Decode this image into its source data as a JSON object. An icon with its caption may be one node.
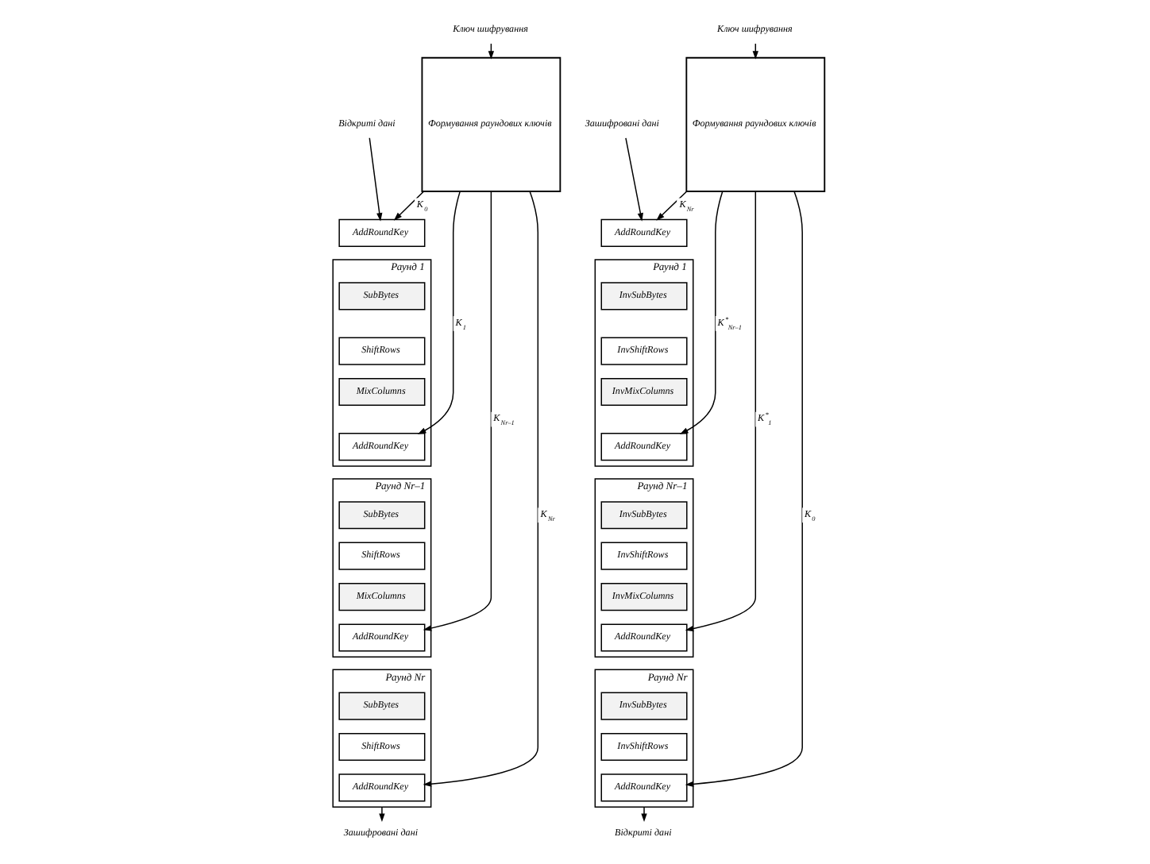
{
  "diagram": {
    "nodes": [
      {
        "text": [
          "Ключ шифрування"
        ]
      },
      {
        "text": [
          "Відкриті дані"
        ]
      },
      {
        "text": [
          "Формування раундових ключів"
        ]
      },
      {
        "text": [
          "AddRoundKey"
        ]
      },
      {
        "text": [
          "Раунд 1"
        ]
      },
      {
        "text": [
          "SubBytes"
        ],
        "in": 4
      },
      {
        "text": [
          "ShiftRows"
        ],
        "in": 4
      },
      {
        "text": [
          "MixColumns"
        ],
        "in": 4
      },
      {
        "text": [
          "AddRoundKey"
        ],
        "in": 4
      },
      {
        "text": [
          "Раунд Nr–1"
        ]
      },
      {
        "text": [
          "SubBytes"
        ],
        "in": 9
      },
      {
        "text": [
          "ShiftRows"
        ],
        "in": 9
      },
      {
        "text": [
          "MixColumns"
        ],
        "in": 9
      },
      {
        "text": [
          "AddRoundKey"
        ],
        "in": 9
      },
      {
        "text": [
          "Раунд Nr"
        ]
      },
      {
        "text": [
          "SubBytes"
        ],
        "in": 14
      },
      {
        "text": [
          "ShiftRows"
        ],
        "in": 14
      },
      {
        "text": [
          "AddRoundKey"
        ],
        "in": 14
      },
      {
        "text": [
          "Зашифровані дані"
        ]
      },
      {
        "text": [
          "Зашифровані дані"
        ]
      },
      {
        "text": [
          "Ключ шифрування"
        ]
      },
      {
        "text": [
          "AddRoundKey"
        ]
      },
      {
        "text": [
          "Раунд 1"
        ]
      },
      {
        "text": [
          "InvSubBytes"
        ],
        "in": 22
      },
      {
        "text": [
          "InvShiftRows"
        ],
        "in": 22
      },
      {
        "text": [
          "InvMixColumns"
        ],
        "in": 22
      },
      {
        "text": [
          "AddRoundKey"
        ],
        "in": 22
      },
      {
        "text": [
          "Раунд Nr–1"
        ]
      },
      {
        "text": [
          "InvSubBytes"
        ],
        "in": 27
      },
      {
        "text": [
          "InvShiftRows"
        ],
        "in": 27
      },
      {
        "text": [
          "InvMixColumns"
        ],
        "in": 27
      },
      {
        "text": [
          "AddRoundKey"
        ],
        "in": 27
      },
      {
        "text": [
          "Раунд Nr"
        ]
      },
      {
        "text": [
          "InvSubBytes"
        ],
        "in": 32
      },
      {
        "text": [
          "InvShiftRows"
        ],
        "in": 32
      },
      {
        "text": [
          "AddRoundKey"
        ],
        "in": 32
      },
      {
        "text": [
          "Формування раундових ключів"
        ]
      },
      {
        "text": [
          "Відкриті дані"
        ]
      }
    ],
    "edges": [
      {
        "from": 0,
        "to": 2,
        "arrow": "to"
      },
      {
        "from": 1,
        "to": 3,
        "arrow": "to"
      },
      {
        "from": 2,
        "to": 3,
        "arrow": "to",
        "label": "K$_{0}$"
      },
      {
        "from": 2,
        "to": 8,
        "arrow": "to",
        "label": "K$_{1}$"
      },
      {
        "from": 2,
        "to": 13,
        "arrow": "to",
        "label": "K$_{Nr–1}$"
      },
      {
        "from": 2,
        "to": 17,
        "arrow": "to",
        "label": "K$_{Nr}$"
      },
      {
        "from": 14,
        "to": 18,
        "arrow": "to"
      },
      {
        "from": 19,
        "to": 21,
        "arrow": "to"
      },
      {
        "from": 20,
        "to": 36,
        "arrow": "to"
      },
      {
        "from": 36,
        "to": 21,
        "arrow": "to",
        "label": "K$_{Nr}$"
      },
      {
        "from": 36,
        "to": 26,
        "arrow": "to",
        "label": "K$^{*}$$_{Nr–1}$"
      },
      {
        "from": 36,
        "to": 31,
        "arrow": "to",
        "label": "K$^{*}$$_{1}$"
      },
      {
        "from": 36,
        "to": 35,
        "arrow": "to",
        "label": "K$_{0}$"
      },
      {
        "from": 32,
        "to": 37,
        "arrow": "to"
      }
    ]
  }
}
